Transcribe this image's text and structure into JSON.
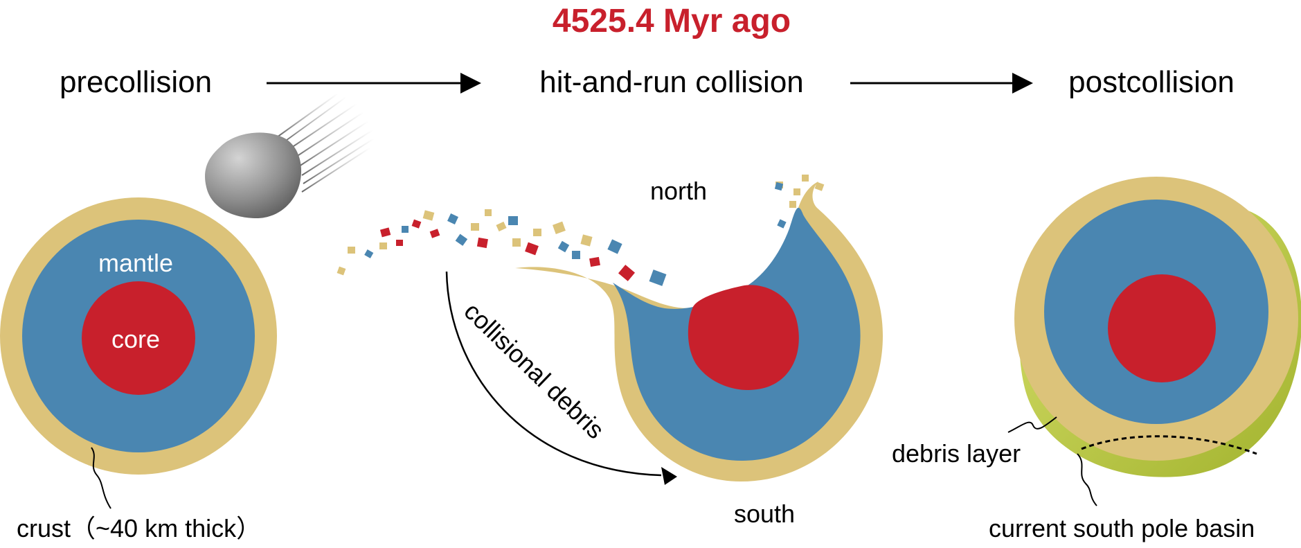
{
  "title": "4525.4 Myr ago",
  "stages": {
    "pre": "precollision",
    "hit": "hit-and-run collision",
    "post": "postcollision"
  },
  "labels": {
    "mantle": "mantle",
    "core": "core",
    "crust": "crust（~40 km thick）",
    "north": "north",
    "south": "south",
    "debris": "collisional debris",
    "debris_layer": "debris layer",
    "basin": "current south pole basin"
  },
  "colors": {
    "title": "#c8202c",
    "crust": "#dcc37a",
    "mantle": "#4a86b1",
    "core": "#c8202c",
    "debris_layer": "#b9c63f",
    "impactor": "#8f8f8f",
    "ink": "#000000"
  },
  "icons": {
    "impactor": "impactor-rock-icon",
    "arrow": "right-arrow-icon"
  }
}
